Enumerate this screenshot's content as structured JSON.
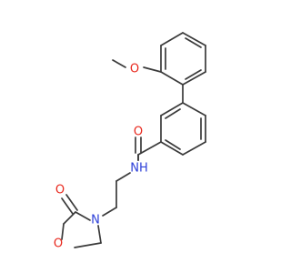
{
  "molecule": {
    "colors": {
      "bond": "#3a3a3a",
      "oxygen": "#e8261b",
      "nitrogen": "#2c3fd8",
      "background": "#ffffff"
    },
    "atoms": {
      "o_methoxy": "O",
      "n_amide": "NH",
      "o_carbonyl_amide": "O",
      "n_ring": "N",
      "o_ring": "O",
      "o_carbonyl_ring": "O"
    }
  }
}
